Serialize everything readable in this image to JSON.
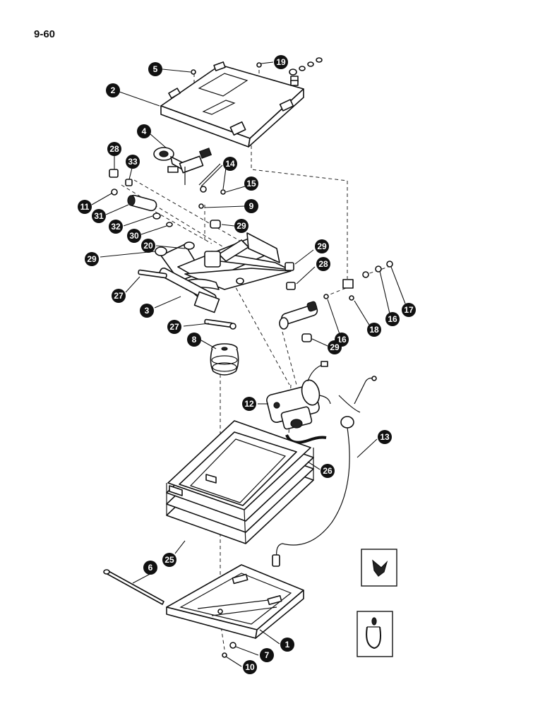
{
  "page_number": "9-60",
  "callouts": {
    "c5": "5",
    "c19": "19",
    "c2": "2",
    "c4": "4",
    "c28a": "28",
    "c33": "33",
    "c14": "14",
    "c15": "15",
    "c11": "11",
    "c9": "9",
    "c31": "31",
    "c32": "32",
    "c29a": "29",
    "c30": "30",
    "c20": "20",
    "c29b": "29",
    "c29c": "29",
    "c28b": "28",
    "c27a": "27",
    "c3": "3",
    "c16a": "16",
    "c18": "18",
    "c17": "17",
    "c16b": "16",
    "c27b": "27",
    "c8": "8",
    "c29d": "29",
    "c12": "12",
    "c13": "13",
    "c26": "26",
    "c25": "25",
    "c6": "6",
    "c1": "1",
    "c7": "7",
    "c10": "10"
  }
}
